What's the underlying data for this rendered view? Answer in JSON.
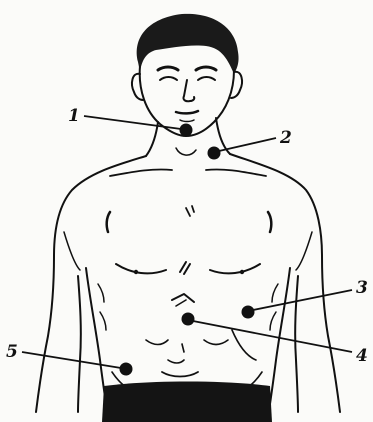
{
  "figure": {
    "points": [
      {
        "id": 1,
        "label": "1"
      },
      {
        "id": 2,
        "label": "2"
      },
      {
        "id": 3,
        "label": "3"
      },
      {
        "id": 4,
        "label": "4"
      },
      {
        "id": 5,
        "label": "5"
      }
    ],
    "colors": {
      "ink": "#111111",
      "paper": "#fbfbf9",
      "hair": "#1a1a1a"
    }
  }
}
